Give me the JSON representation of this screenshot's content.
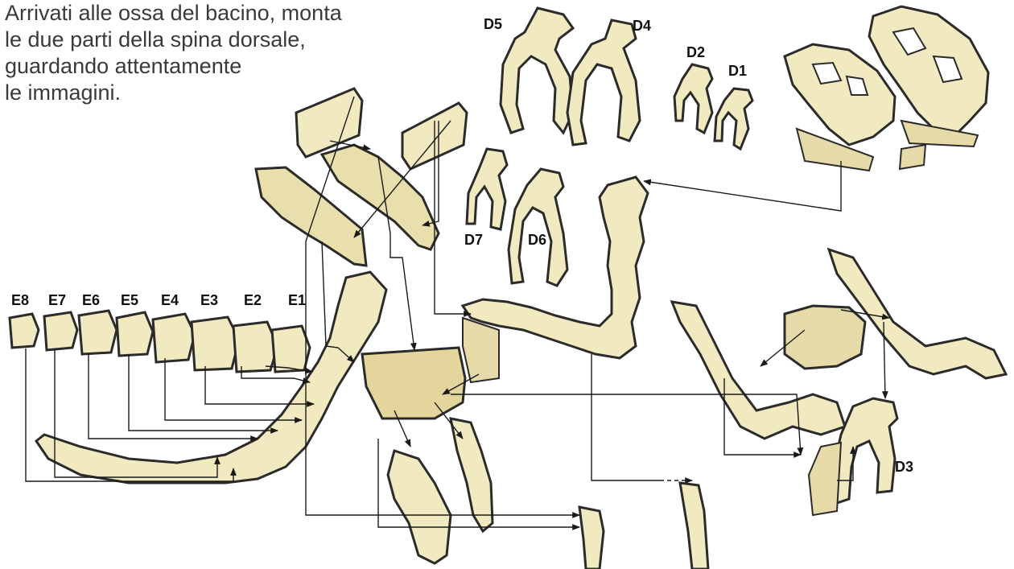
{
  "instruction": {
    "lines": [
      "Arrivati alle ossa del bacino, monta",
      "le due parti della spina dorsale,",
      "guardando attentamente",
      "le immagini."
    ]
  },
  "labels": {
    "D1": "D1",
    "D2": "D2",
    "D3": "D3",
    "D4": "D4",
    "D5": "D5",
    "D6": "D6",
    "D7": "D7",
    "E1": "E1",
    "E2": "E2",
    "E3": "E3",
    "E4": "E4",
    "E5": "E5",
    "E6": "E6",
    "E7": "E7",
    "E8": "E8"
  },
  "colors": {
    "bone_fill": "#f1e9bf",
    "bone_shade": "#dcd09a",
    "bone_edge": "#2b2b2b",
    "arrow": "#1a1a1a",
    "text": "#3a3a3a"
  }
}
